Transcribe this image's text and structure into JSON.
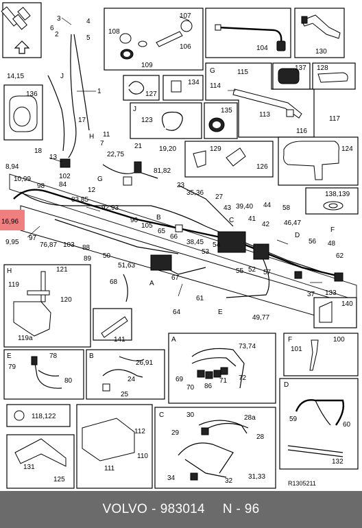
{
  "callouts": {
    "c3": "3",
    "c6": "6",
    "c4": "4",
    "c2": "2",
    "c5": "5",
    "c1": "1",
    "c1415": "14,15",
    "cJ": "J",
    "c107": "107",
    "c108": "108",
    "c106": "106",
    "c109": "109",
    "c104": "104",
    "c130": "130",
    "c136": "136",
    "c127": "127",
    "c134": "134",
    "cG": "G",
    "c115": "115",
    "c137": "137",
    "c128": "128",
    "c114": "114",
    "c113": "113",
    "c116": "116",
    "c117": "117",
    "cJ2": "J",
    "c123": "123",
    "c135": "135",
    "c17": "17",
    "c11": "11",
    "cH": "H",
    "c7": "7",
    "c18": "18",
    "c13": "13",
    "c102": "102",
    "c2275": "22,75",
    "c21": "21",
    "c1920": "19,20",
    "c129": "129",
    "c126": "126",
    "c124": "124",
    "c894": "8,94",
    "c1099": "10,99",
    "c98": "98",
    "c84": "84",
    "c12": "12",
    "cG2": "G",
    "c8182": "81,82",
    "c23": "23",
    "c3536": "35,36",
    "c27": "27",
    "c43": "43",
    "c138139": "138,139",
    "c8385": "83,85",
    "c9293": "92,93",
    "c3940": "39,40",
    "c44": "44",
    "c58": "58",
    "c1696": "16,96",
    "c995": "9,95",
    "c97": "97",
    "c7687": "76,87",
    "c103": "103",
    "c88": "88",
    "c90": "90",
    "cB": "B",
    "c105": "105",
    "c65": "65",
    "c66": "66",
    "c3845": "38,45",
    "c41": "41",
    "cC": "C",
    "c42": "42",
    "c4647": "46,47",
    "cF": "F",
    "c89": "89",
    "c50": "50",
    "c54": "54",
    "c53": "53",
    "cD": "D",
    "c56": "56",
    "c48": "48",
    "c5163": "51,63",
    "c55": "55",
    "c52": "52",
    "c57": "57",
    "c62": "62",
    "c68": "68",
    "cA": "A",
    "c67": "67",
    "c61": "61",
    "c37": "37",
    "c133": "133",
    "c64": "64",
    "cE": "E",
    "c4977": "49,77",
    "c140": "140",
    "cH2": "H",
    "c121": "121",
    "c119": "119",
    "c120": "120",
    "c119a": "119a",
    "c141": "141",
    "cA2": "A",
    "c7374": "73,74",
    "c69": "69",
    "c70": "70",
    "c86": "86",
    "c71": "71",
    "c72": "72",
    "cF2": "F",
    "c100": "100",
    "c101": "101",
    "cE2": "E",
    "c78": "78",
    "c79": "79",
    "c80": "80",
    "cB2": "B",
    "c2691": "26,91",
    "c24": "24",
    "c25": "25",
    "cD2": "D",
    "c59": "59",
    "c60": "60",
    "c132": "132",
    "c118122": "118,122",
    "c131": "131",
    "c125": "125",
    "c112": "112",
    "c110": "110",
    "c111": "111",
    "cC2": "C",
    "c30": "30",
    "c28a": "28a",
    "c29": "29",
    "c28": "28",
    "c34": "34",
    "c32": "32",
    "c3133": "31,33"
  },
  "figure_ref": "R1305211",
  "footer": {
    "brand": "VOLVO",
    "separator": "-",
    "part_number": "983014",
    "page": "N - 96"
  },
  "highlight_color": "#f08080"
}
